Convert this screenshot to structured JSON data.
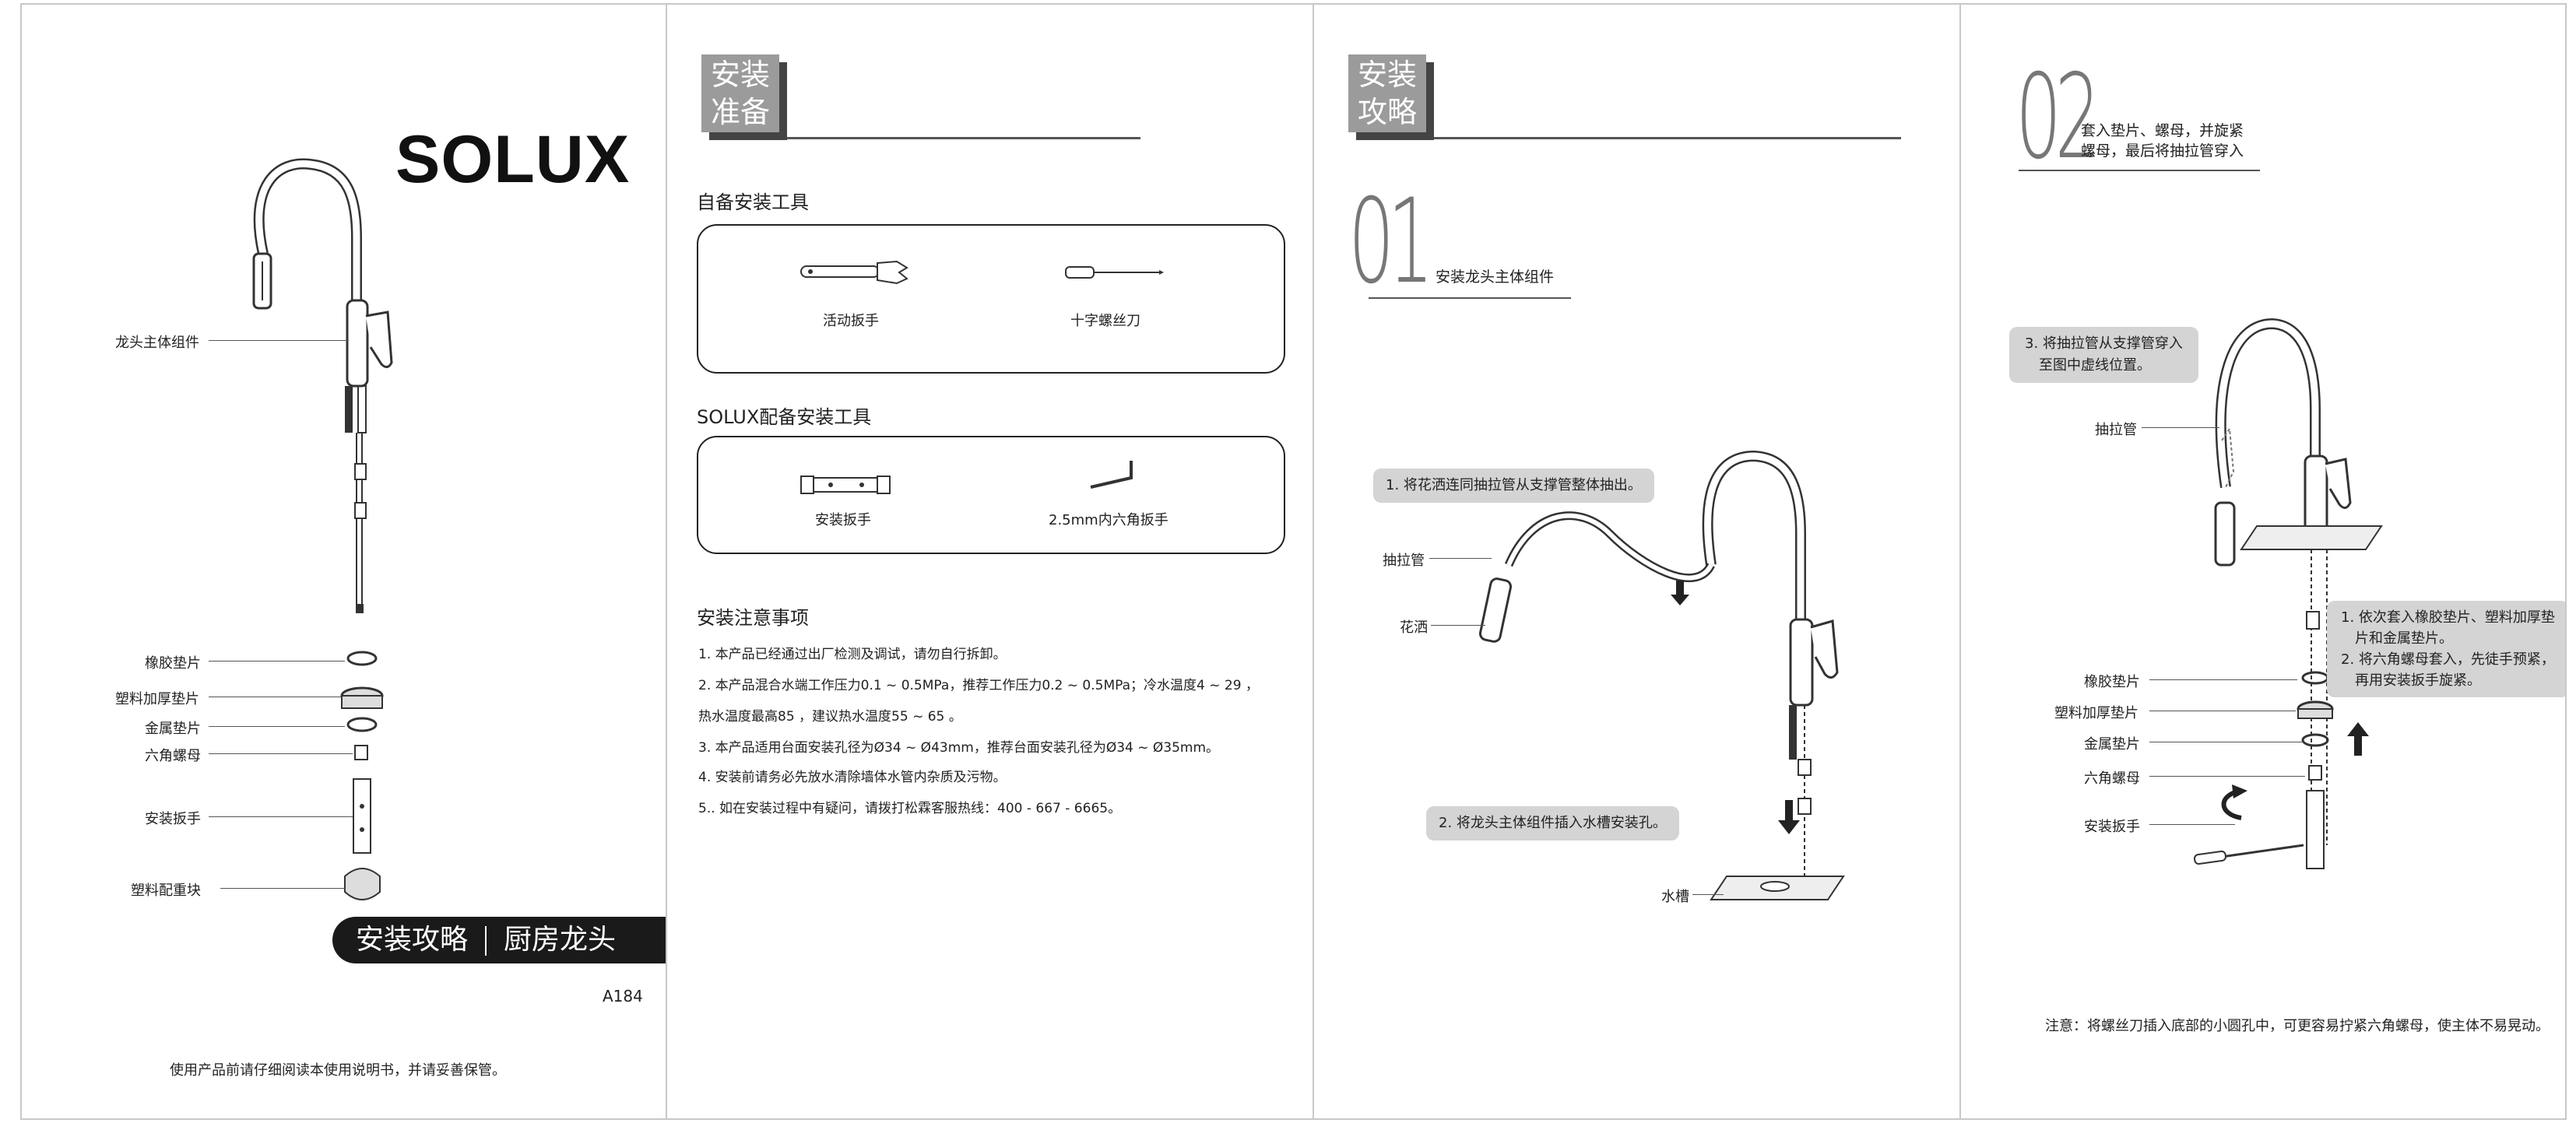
{
  "cover": {
    "brand": "SOLUX",
    "parts": [
      "龙头主体组件",
      "橡胶垫片",
      "塑料加厚垫片",
      "金属垫片",
      "六角螺母",
      "安装扳手",
      "塑料配重块"
    ],
    "title_left": "安装攻略",
    "title_right": "厨房龙头",
    "model": "A184",
    "footer": "使用产品前请仔细阅读本使用说明书，并请妥善保管。"
  },
  "prep": {
    "header": "安装\n准备",
    "tools_title": "自备安装工具",
    "tools": [
      "活动扳手",
      "十字螺丝刀"
    ],
    "solux_tools_title": "SOLUX配备安装工具",
    "solux_tools": [
      "安装扳手",
      "2.5mm内六角扳手"
    ],
    "notes_title": "安装注意事项",
    "notes": [
      "1. 本产品已经通过出厂检测及调试，请勿自行拆卸。",
      "2. 本产品混合水端工作压力0.1 ~ 0.5MPa，推荐工作压力0.2 ~ 0.5MPa；冷水温度4 ~ 29     ，",
      "   热水温度最高85     ，建议热水温度55 ~ 65     。",
      "3. 本产品适用台面安装孔径为Ø34 ~ Ø43mm，推荐台面安装孔径为Ø34 ~ Ø35mm。",
      "4. 安装前请务必先放水清除墙体水管内杂质及污物。",
      "5.. 如在安装过程中有疑问，请拨打松霖客服热线：400 - 667 - 6665。"
    ]
  },
  "guide": {
    "header": "安装\n攻略",
    "step1_num": "01",
    "step1_title": "安装龙头主体组件",
    "box1": "1. 将花洒连同抽拉管从支撑管整体抽出。",
    "label_hose": "抽拉管",
    "label_spray": "花洒",
    "box2": "2. 将龙头主体组件插入水槽安装孔。",
    "label_sink": "水槽"
  },
  "step2": {
    "num": "02",
    "title_line1": "套入垫片、螺母，并旋紧",
    "title_line2": "螺母，最后将抽拉管穿入",
    "box3_line1": "3. 将抽拉管从支撑管穿入",
    "box3_line2": "至图中虚线位置。",
    "label_hose": "抽拉管",
    "box1_lines": [
      "1. 依次套入橡胶垫片、塑料加厚垫",
      "片和金属垫片。",
      "2. 将六角螺母套入，先徒手预紧，",
      "再用安装扳手旋紧。"
    ],
    "parts": [
      "橡胶垫片",
      "塑料加厚垫片",
      "金属垫片",
      "六角螺母",
      "安装扳手"
    ],
    "footnote": "注意：将螺丝刀插入底部的小圆孔中，可更容易拧紧六角螺母，使主体不易晃动。"
  }
}
